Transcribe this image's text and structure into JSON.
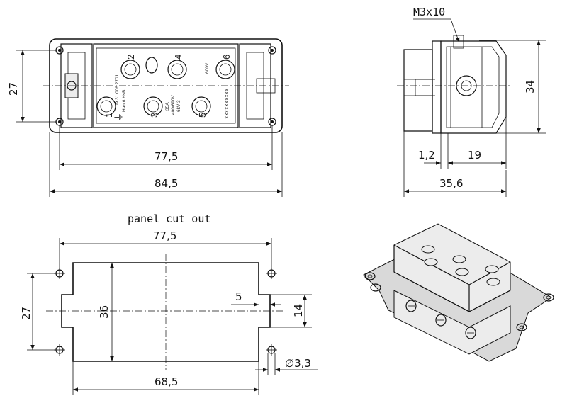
{
  "front_view": {
    "dim_height": "27",
    "dim_inner_width": "77,5",
    "dim_outer_width": "84,5",
    "contact_numbers": [
      "1",
      "2",
      "3",
      "4",
      "5",
      "6"
    ],
    "insert_text": [
      "09 31 006 2701",
      "Han 6 HsB",
      "35A",
      "400/690V",
      "6kV 3",
      "600V",
      "XXXXXXXXXX"
    ]
  },
  "side_view": {
    "screw_label": "M3x10",
    "dim_height": "34",
    "dim_offset": "1,2",
    "dim_depth": "19",
    "dim_total": "35,6"
  },
  "panel_cutout": {
    "title": "panel cut out",
    "dim_hole_spacing": "77,5",
    "dim_cut_height": "36",
    "dim_hole_vertical": "27",
    "dim_notch": "5",
    "dim_notch_height": "14",
    "dim_cut_width": "68,5",
    "dim_hole_diameter": "∅3,3"
  }
}
